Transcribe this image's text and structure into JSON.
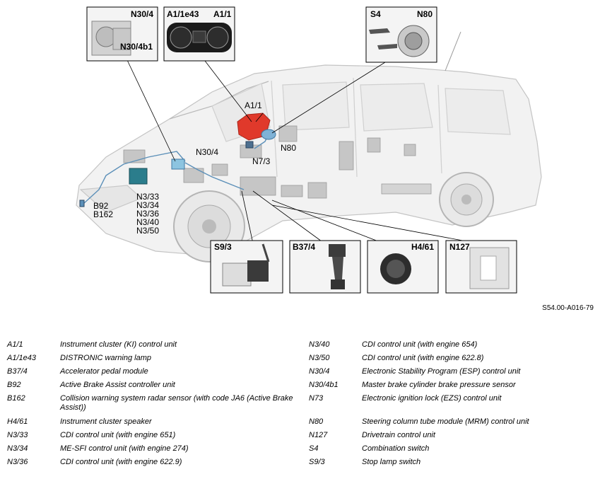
{
  "figure": {
    "inset_labels": {
      "n30_4": "N30/4",
      "n30_4b1": "N30/4b1",
      "a1_1e43": "A1/1e43",
      "a1_1": "A1/1",
      "s4": "S4",
      "n80": "N80",
      "s9_3": "S9/3",
      "b37_4": "B37/4",
      "h4_61": "H4/61",
      "n127": "N127"
    },
    "callouts": {
      "a1_1": "A1/1",
      "n80": "N80",
      "n30_4": "N30/4",
      "n73": "N7/3",
      "n3_33": "N3/33",
      "n3_34": "N3/34",
      "n3_36": "N3/36",
      "n3_40": "N3/40",
      "n3_50": "N3/50",
      "b92": "B92",
      "b162": "B162"
    },
    "figure_id": "S54.00-A016-79"
  },
  "legend": [
    {
      "code": "A1/1",
      "desc": "Instrument cluster (KI) control unit"
    },
    {
      "code": "A1/1e43",
      "desc": "DISTRONIC warning lamp"
    },
    {
      "code": "B37/4",
      "desc": "Accelerator pedal module"
    },
    {
      "code": "B92",
      "desc": "Active Brake Assist controller unit"
    },
    {
      "code": "B162",
      "desc": "Collision warning system radar sensor (with code JA6 (Active Brake Assist))"
    },
    {
      "code": "H4/61",
      "desc": "Instrument cluster speaker"
    },
    {
      "code": "N3/33",
      "desc": "CDI control unit (with engine 651)"
    },
    {
      "code": "N3/34",
      "desc": "ME-SFI control unit (with engine 274)"
    },
    {
      "code": "N3/36",
      "desc": "CDI control unit (with engine 622.9)"
    },
    {
      "code": "N3/40",
      "desc": "CDI control unit (with engine 654)"
    },
    {
      "code": "N3/50",
      "desc": "CDI control unit (with engine 622.8)"
    },
    {
      "code": "N30/4",
      "desc": "Electronic Stability Program (ESP) control unit"
    },
    {
      "code": "N30/4b1",
      "desc": "Master brake cylinder brake pressure sensor"
    },
    {
      "code": "N73",
      "desc": "Electronic ignition lock (EZS) control unit"
    },
    {
      "code": "N80",
      "desc": "Steering column tube module (MRM) control unit"
    },
    {
      "code": "N127",
      "desc": "Drivetrain control unit"
    },
    {
      "code": "S4",
      "desc": "Combination switch"
    },
    {
      "code": "S9/3",
      "desc": "Stop lamp switch"
    }
  ]
}
